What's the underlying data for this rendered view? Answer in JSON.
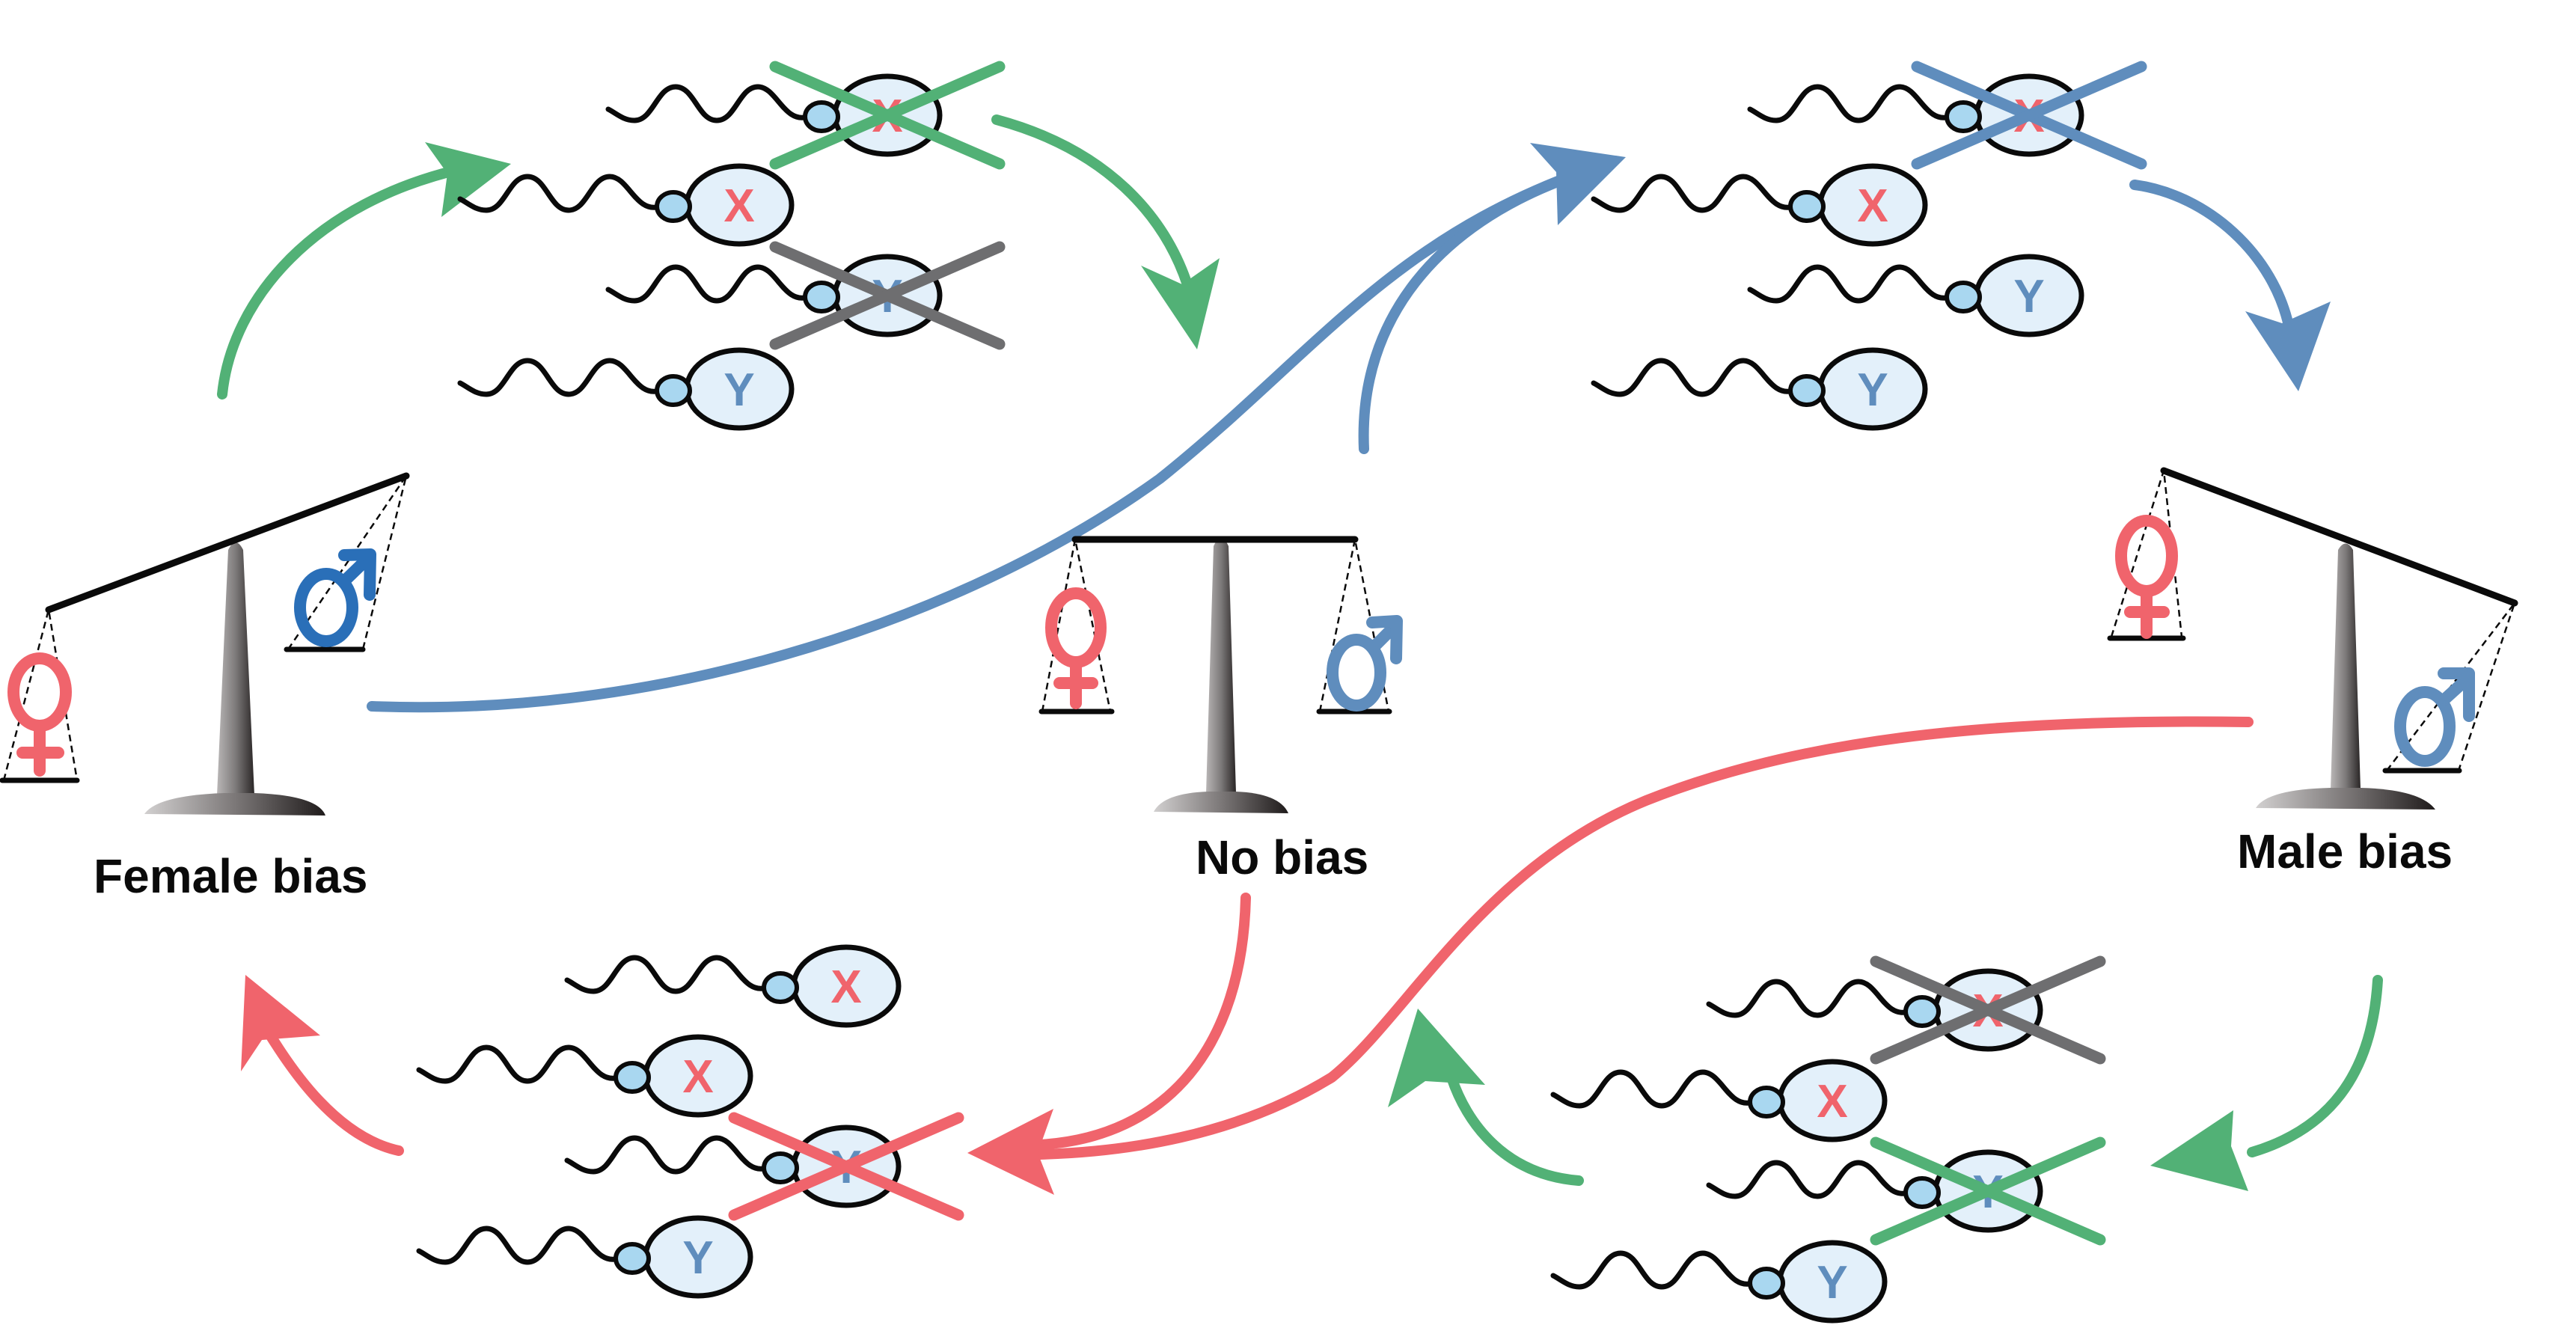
{
  "colors": {
    "female": "#f0646c",
    "male_dark": "#2a6fb8",
    "male": "#5f8dbd",
    "green": "#52b176",
    "gray": "#6e6e70",
    "head_fill": "#e3f0fa",
    "neck_fill": "#a9d7f0",
    "ink": "#0a0a0a"
  },
  "scales": [
    {
      "id": "female-bias",
      "label": "Female bias",
      "tilt": "female-side-down"
    },
    {
      "id": "no-bias",
      "label": "No bias",
      "tilt": "level"
    },
    {
      "id": "male-bias",
      "label": "Male bias",
      "tilt": "male-side-down"
    }
  ],
  "sperm_groups": [
    {
      "id": "top-left",
      "sperm": [
        {
          "chrom": "X",
          "crossed": "green"
        },
        {
          "chrom": "X",
          "crossed": null
        },
        {
          "chrom": "Y",
          "crossed": "gray"
        },
        {
          "chrom": "Y",
          "crossed": null
        }
      ]
    },
    {
      "id": "top-right",
      "sperm": [
        {
          "chrom": "X",
          "crossed": "blue"
        },
        {
          "chrom": "X",
          "crossed": null
        },
        {
          "chrom": "Y",
          "crossed": null
        },
        {
          "chrom": "Y",
          "crossed": null
        }
      ]
    },
    {
      "id": "bottom-left",
      "sperm": [
        {
          "chrom": "X",
          "crossed": null
        },
        {
          "chrom": "X",
          "crossed": null
        },
        {
          "chrom": "Y",
          "crossed": "red"
        },
        {
          "chrom": "Y",
          "crossed": null
        }
      ]
    },
    {
      "id": "bottom-right",
      "sperm": [
        {
          "chrom": "X",
          "crossed": "gray"
        },
        {
          "chrom": "X",
          "crossed": null
        },
        {
          "chrom": "Y",
          "crossed": "green"
        },
        {
          "chrom": "Y",
          "crossed": null
        }
      ]
    }
  ],
  "arrows": [
    {
      "id": "green-female-to-sperm",
      "color": "green"
    },
    {
      "id": "green-sperm-to-center",
      "color": "green"
    },
    {
      "id": "blue-female-to-topright",
      "color": "blue"
    },
    {
      "id": "blue-center-to-topright",
      "color": "blue"
    },
    {
      "id": "blue-topright-to-male",
      "color": "blue"
    },
    {
      "id": "red-male-to-bottomleft",
      "color": "red"
    },
    {
      "id": "red-center-to-bottomleft",
      "color": "red"
    },
    {
      "id": "red-bottomleft-to-female",
      "color": "red"
    },
    {
      "id": "green-male-to-bottomright",
      "color": "green"
    },
    {
      "id": "green-bottomright-to-center",
      "color": "green"
    }
  ]
}
